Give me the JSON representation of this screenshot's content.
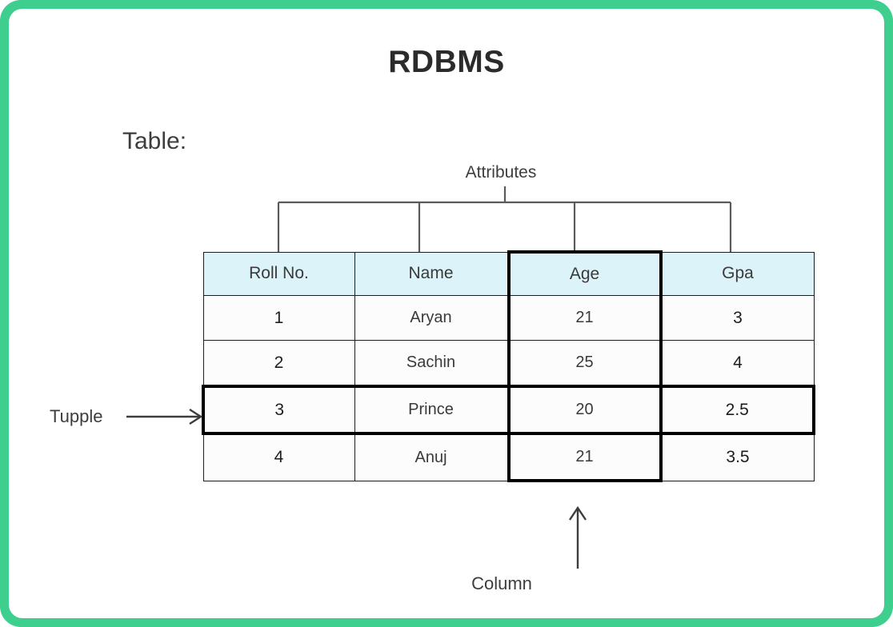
{
  "page": {
    "title": "RDBMS",
    "border_color": "#3ecf8e",
    "background_color": "#ffffff"
  },
  "caption": {
    "label": "Table:"
  },
  "annotations": {
    "attributes": "Attributes",
    "tupple": "Tupple",
    "column": "Column"
  },
  "table": {
    "header_background": "#ddf3fa",
    "body_background": "#fcfcfc",
    "highlight_color": "#000000",
    "highlighted_column": "Age",
    "highlighted_row_index": 3,
    "columns": [
      "Roll No.",
      "Name",
      "Age",
      "Gpa"
    ],
    "rows": [
      {
        "roll_no": "1",
        "name": "Aryan",
        "age": "21",
        "gpa": "3"
      },
      {
        "roll_no": "2",
        "name": "Sachin",
        "age": "25",
        "gpa": "4"
      },
      {
        "roll_no": "3",
        "name": "Prince",
        "age": "20",
        "gpa": "2.5"
      },
      {
        "roll_no": "4",
        "name": "Anuj",
        "age": "21",
        "gpa": "3.5"
      }
    ]
  }
}
